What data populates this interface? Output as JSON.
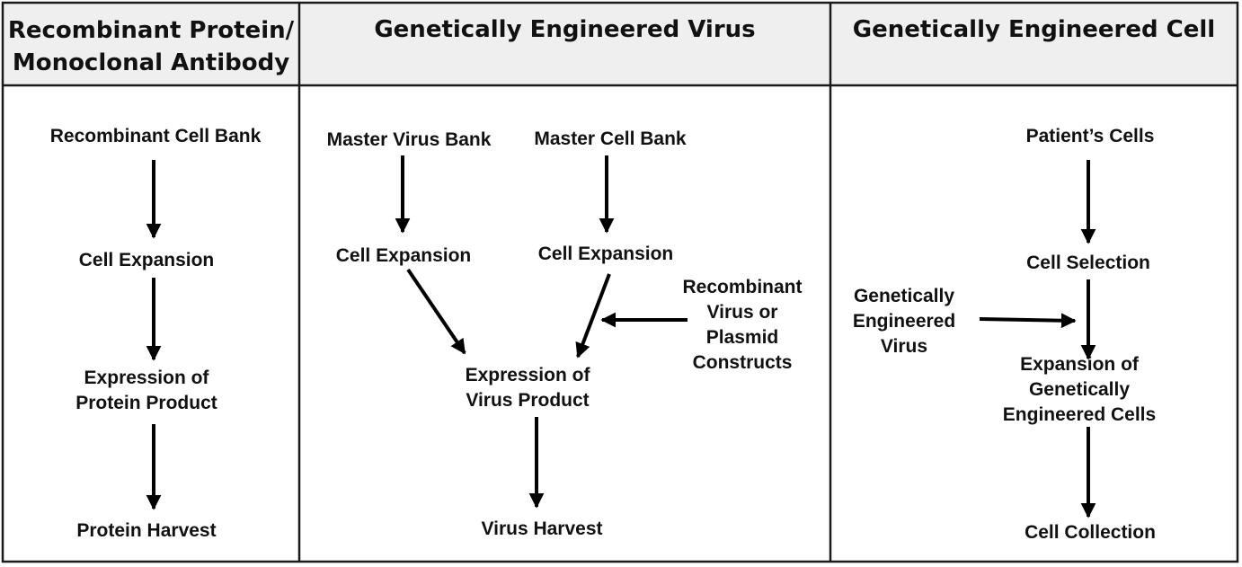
{
  "columns": [
    {
      "header": "Recombinant Protein/\nMonoclonal Antibody",
      "steps": [
        "Recombinant Cell Bank",
        "Cell Expansion",
        "Expression of\nProtein Product",
        "Protein Harvest"
      ]
    },
    {
      "header": "Genetically Engineered Virus",
      "steps": [
        "Master Virus Bank",
        "Master Cell Bank",
        "Cell Expansion",
        "Cell Expansion",
        "Recombinant\nVirus or\nPlasmid\nConstructs",
        "Expression of\nVirus Product",
        "Virus Harvest"
      ]
    },
    {
      "header": "Genetically Engineered Cell",
      "steps": [
        "Patient’s Cells",
        "Cell Selection",
        "Genetically\nEngineered\nVirus",
        "Expansion of\nGenetically Engineered Cells",
        "Cell Collection"
      ]
    }
  ]
}
